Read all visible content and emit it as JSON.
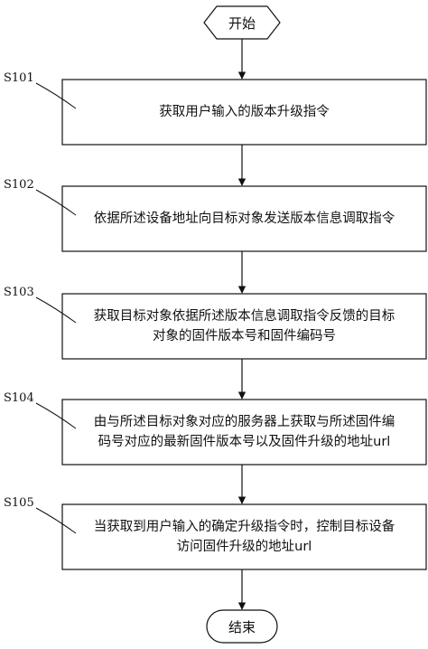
{
  "start": {
    "label": "开始"
  },
  "end": {
    "label": "结束"
  },
  "steps": [
    {
      "id": "S101",
      "lines": [
        "获取用户输入的版本升级指令"
      ]
    },
    {
      "id": "S102",
      "lines": [
        "依据所述设备地址向目标对象发送版本信息调取指令"
      ]
    },
    {
      "id": "S103",
      "lines": [
        "获取目标对象依据所述版本信息调取指令反馈的目标",
        "对象的固件版本号和固件编码号"
      ]
    },
    {
      "id": "S104",
      "lines": [
        "由与所述目标对象对应的服务器上获取与所述固件编",
        "码号对应的最新固件版本号以及固件升级的地址url"
      ]
    },
    {
      "id": "S105",
      "lines": [
        "当获取到用户输入的确定升级指令时，控制目标设备",
        "访问固件升级的地址url"
      ]
    }
  ]
}
